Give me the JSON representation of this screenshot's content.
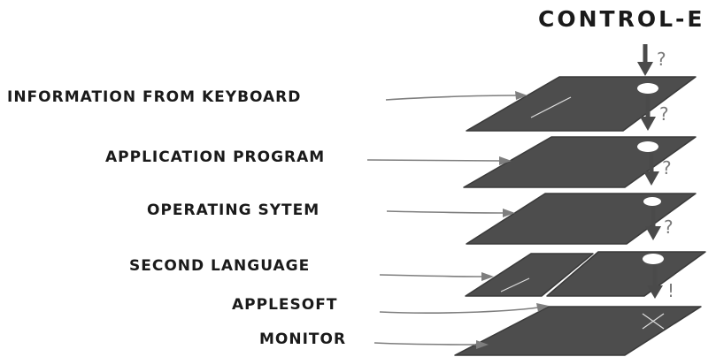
{
  "title": "CONTROL-E",
  "layers": [
    {
      "label": "INFORMATION FROM KEYBOARD",
      "marker": "?"
    },
    {
      "label": "APPLICATION PROGRAM",
      "marker": "?"
    },
    {
      "label": "OPERATING SYTEM",
      "marker": "?"
    },
    {
      "label": "SECOND LANGUAGE",
      "marker": "?"
    },
    {
      "label": "APPLESOFT",
      "marker": "!"
    },
    {
      "label": "MONITOR",
      "marker": ""
    }
  ],
  "colors": {
    "layer": "#4d4d4d",
    "arrow": "#7e7e7e",
    "text": "#1a1a1a"
  }
}
